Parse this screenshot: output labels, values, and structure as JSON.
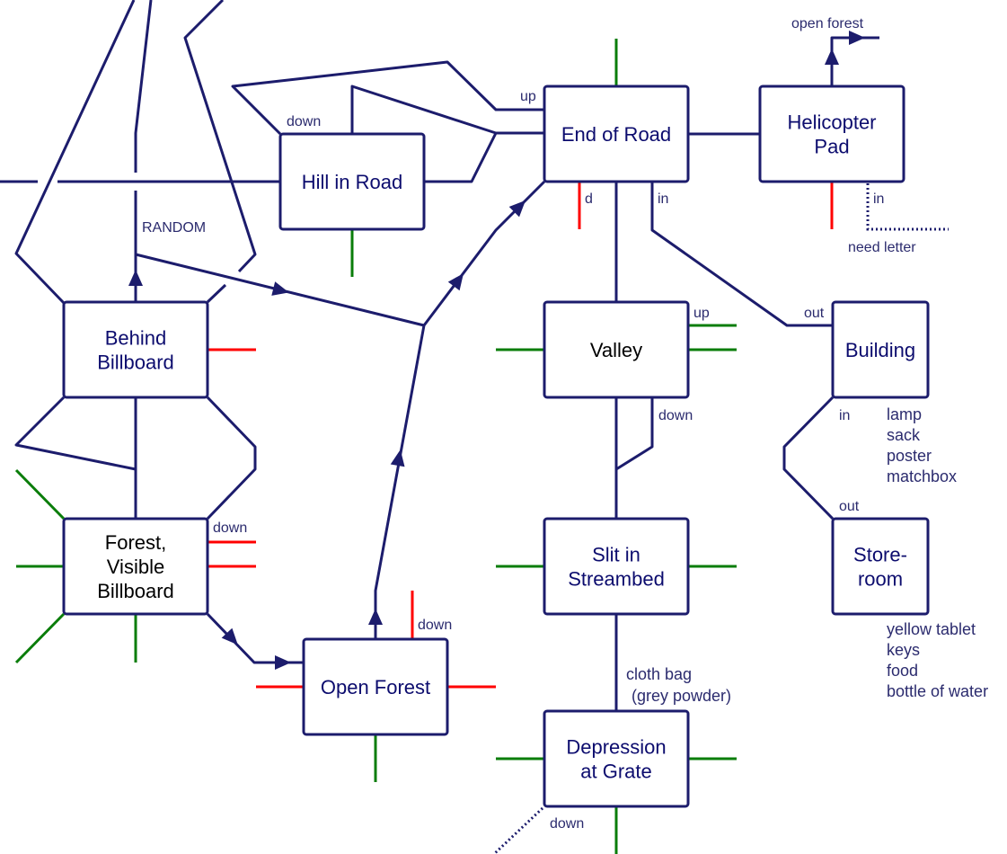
{
  "colors": {
    "line": "#1c1c6c",
    "open_exit": "#0a7d0a",
    "blocked_exit": "#ff0000",
    "start_room": "#bbf7aa",
    "current_room": "#ffcccc"
  },
  "rooms": {
    "hill": [
      "Hill in Road"
    ],
    "end_of_road": [
      "End of Road"
    ],
    "heli": [
      "Helicopter",
      "Pad"
    ],
    "behind": [
      "Behind",
      "Billboard"
    ],
    "valley": [
      "Valley"
    ],
    "building": [
      "Building"
    ],
    "forest_vb": [
      "Forest,",
      "Visible",
      "Billboard"
    ],
    "slit": [
      "Slit in",
      "Streambed"
    ],
    "storeroom": [
      "Store-",
      "room"
    ],
    "open_forest": [
      "Open Forest"
    ],
    "depression": [
      "Depression",
      "at Grate"
    ]
  },
  "labels": {
    "hill_down": "down",
    "eor_up": "up",
    "random": "RANDOM",
    "fvb_down": "down",
    "of_down": "down",
    "eor_d": "d",
    "eor_in": "in",
    "bld_out": "out",
    "heli_open_forest": "open forest",
    "heli_in": "in",
    "need_letter": "need letter",
    "valley_up": "up",
    "valley_down": "down",
    "bld_in": "in",
    "store_out": "out",
    "cloth_bag": "cloth bag",
    "grey_powder": "(grey powder)",
    "dep_down": "down"
  },
  "items": {
    "building": [
      "lamp",
      "sack",
      "poster",
      "matchbox"
    ],
    "storeroom": [
      "yellow tablet",
      "keys",
      "food",
      "bottle of water"
    ]
  }
}
